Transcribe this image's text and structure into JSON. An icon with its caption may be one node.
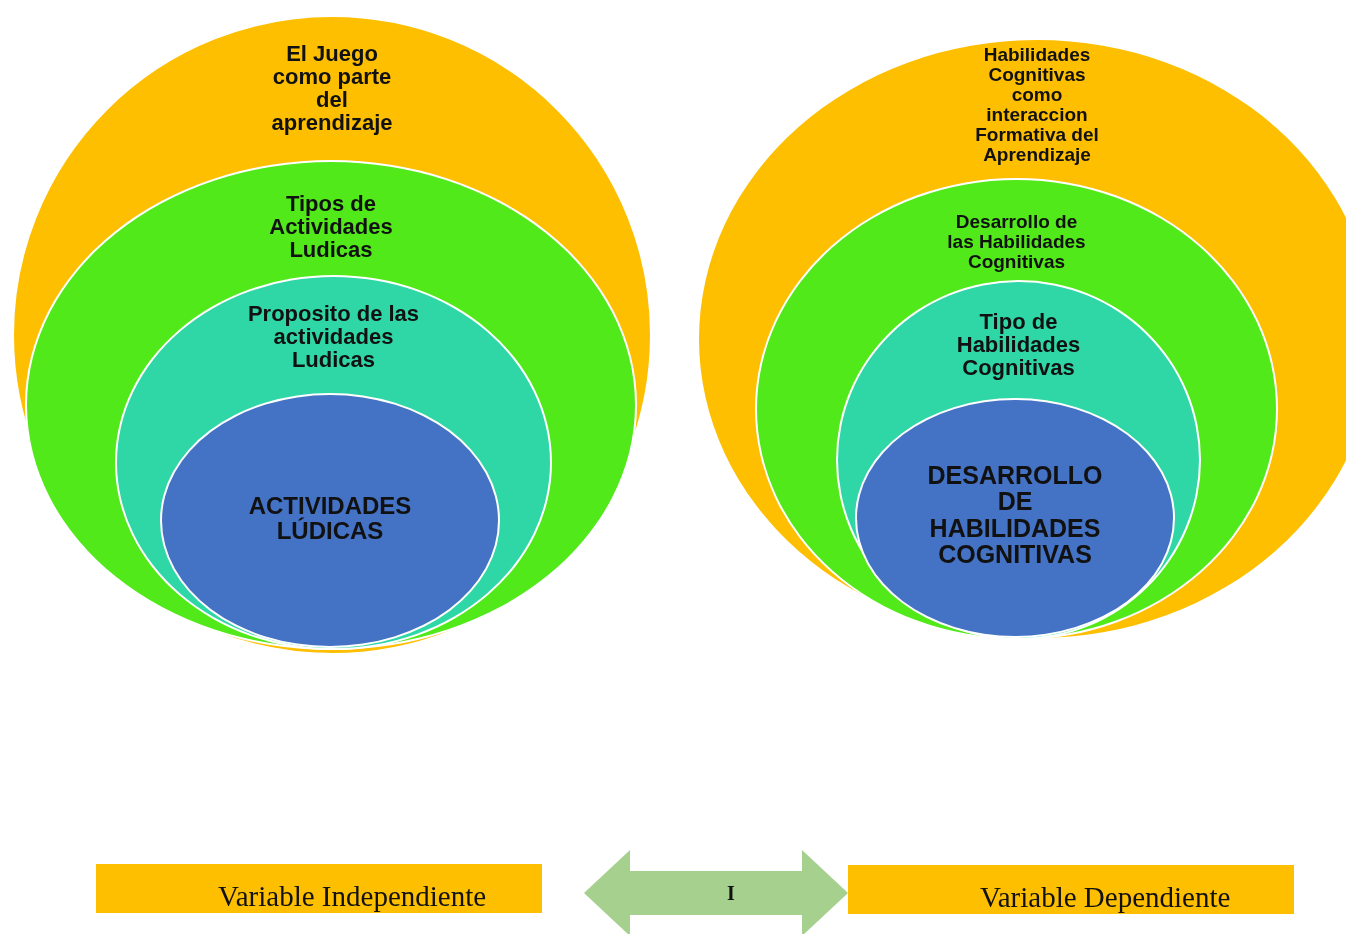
{
  "diagram": {
    "nodes": [
      {
        "text": [
          "El Juego como parte del aprendizaje"
        ]
      },
      {
        "text": [
          "Tipos de Actividades Ludicas"
        ],
        "in": 0
      },
      {
        "text": [
          "Proposito de las actividades Ludicas"
        ],
        "in": 1
      },
      {
        "text": [
          "ACTIVIDADES LÚDICAS"
        ],
        "in": 2
      },
      {
        "text": [
          "Habilidades Cognitivas como interaccion Formativa del Aprendizaje"
        ]
      },
      {
        "text": [
          "Desarrollo de las Habilidades Cognitivas"
        ],
        "in": 4
      },
      {
        "text": [
          "Tipo de Habilidades Cognitivas"
        ],
        "in": 5
      },
      {
        "text": [
          "DESARROLLO DE HABILIDADES COGNITIVAS"
        ],
        "in": 6
      },
      {
        "text": [
          "Variable Independiente"
        ]
      },
      {
        "text": [
          "Variable Dependiente"
        ]
      }
    ],
    "edges": [
      {
        "from": 8,
        "to": 9,
        "arrow": "both",
        "label": "I"
      }
    ]
  }
}
